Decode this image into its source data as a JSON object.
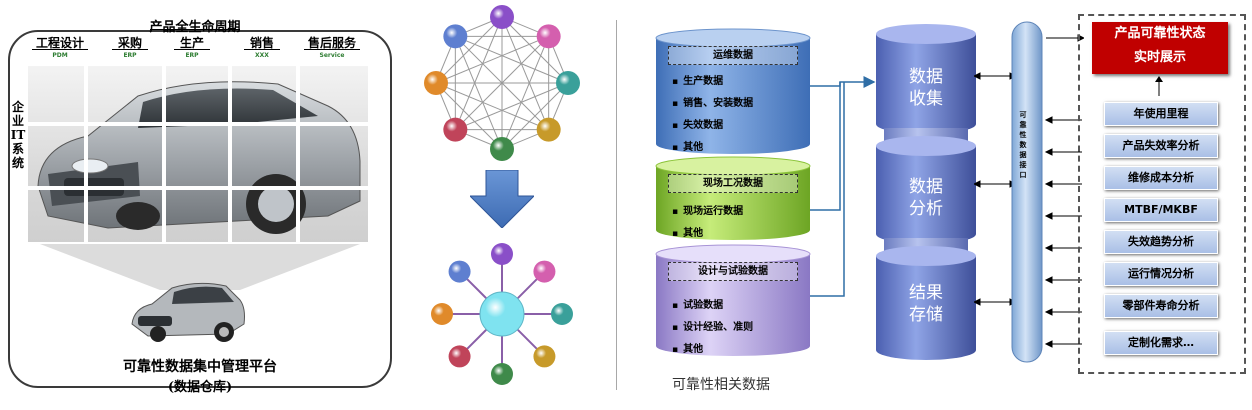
{
  "lifecycle": {
    "title": "产品全生命周期",
    "stages": [
      {
        "label": "工程设计",
        "system": "PDM"
      },
      {
        "label": "采购",
        "system": "ERP"
      },
      {
        "label": "生产",
        "system": "ERP"
      },
      {
        "label": "销售",
        "system": "XXX"
      },
      {
        "label": "售后服务",
        "system": "Service"
      }
    ],
    "side_label": "企业IT系统"
  },
  "platform": {
    "title": "可靠性数据集中管理平台",
    "subtitle": "(数据仓库)"
  },
  "datasources": [
    {
      "header": "运维数据",
      "items": [
        "生产数据",
        "销售、安装数据",
        "失效数据",
        "其他"
      ],
      "color": "#5a86c8"
    },
    {
      "header": "现场工况数据",
      "items": [
        "现场运行数据",
        "其他"
      ],
      "color": "#8cc43a"
    },
    {
      "header": "设计与试验数据",
      "items": [
        "试验数据",
        "设计经验、准则",
        "其他"
      ],
      "color": "#a894d6"
    }
  ],
  "datasources_caption": "可靠性相关数据",
  "processing": [
    {
      "label_line1": "数据",
      "label_line2": "收集"
    },
    {
      "label_line1": "数据",
      "label_line2": "分析"
    },
    {
      "label_line1": "结果",
      "label_line2": "存储"
    }
  ],
  "vertical_bar_text": "可靠性数据接口",
  "display": {
    "header_line1": "产品可靠性状态",
    "header_line2": "实时展示",
    "items": [
      "年使用里程",
      "产品失效率分析",
      "维修成本分析",
      "MTBF/MKBF",
      "失效趋势分析",
      "运行情况分析",
      "零部件寿命分析",
      "定制化需求…"
    ]
  },
  "node_colors": [
    "#8a4fc8",
    "#d45fae",
    "#3aa09a",
    "#c79a2a",
    "#3f8a4a",
    "#c0445a",
    "#e08a2a",
    "#5e7fd0"
  ]
}
